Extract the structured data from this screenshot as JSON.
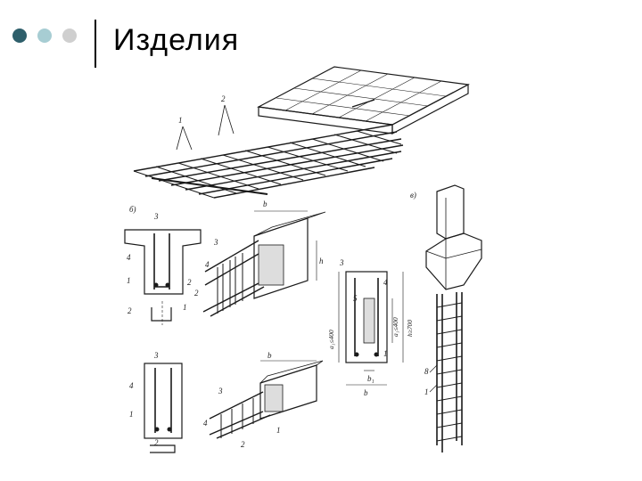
{
  "slide": {
    "title": "Изделия",
    "accent_colors": [
      "#2e5f6b",
      "#a7cdd3",
      "#cfcfcf"
    ]
  },
  "drawing": {
    "part_a": {
      "callouts": [
        "1",
        "2"
      ]
    },
    "part_b": {
      "tag": "б)",
      "section_upper_callouts": [
        "3",
        "4",
        "1",
        "2",
        "2"
      ],
      "section_lower_callouts": [
        "3",
        "4",
        "1",
        "2"
      ],
      "cage_upper_callouts": [
        "3",
        "4",
        "2",
        "1"
      ],
      "cage_lower_callouts": [
        "3",
        "4",
        "1",
        "2"
      ],
      "dimension_b": "b",
      "dimension_h": "h"
    },
    "part_c": {
      "tag": "в)",
      "section_callouts": [
        "3",
        "4",
        "5",
        "1"
      ],
      "dim_a1": "a₁≤400",
      "dim_a_left": "a₁≤400",
      "dim_h": "h≥700",
      "dim_b": "b",
      "dim_b1": "b₁",
      "column_callouts": [
        "8",
        "1"
      ]
    }
  }
}
